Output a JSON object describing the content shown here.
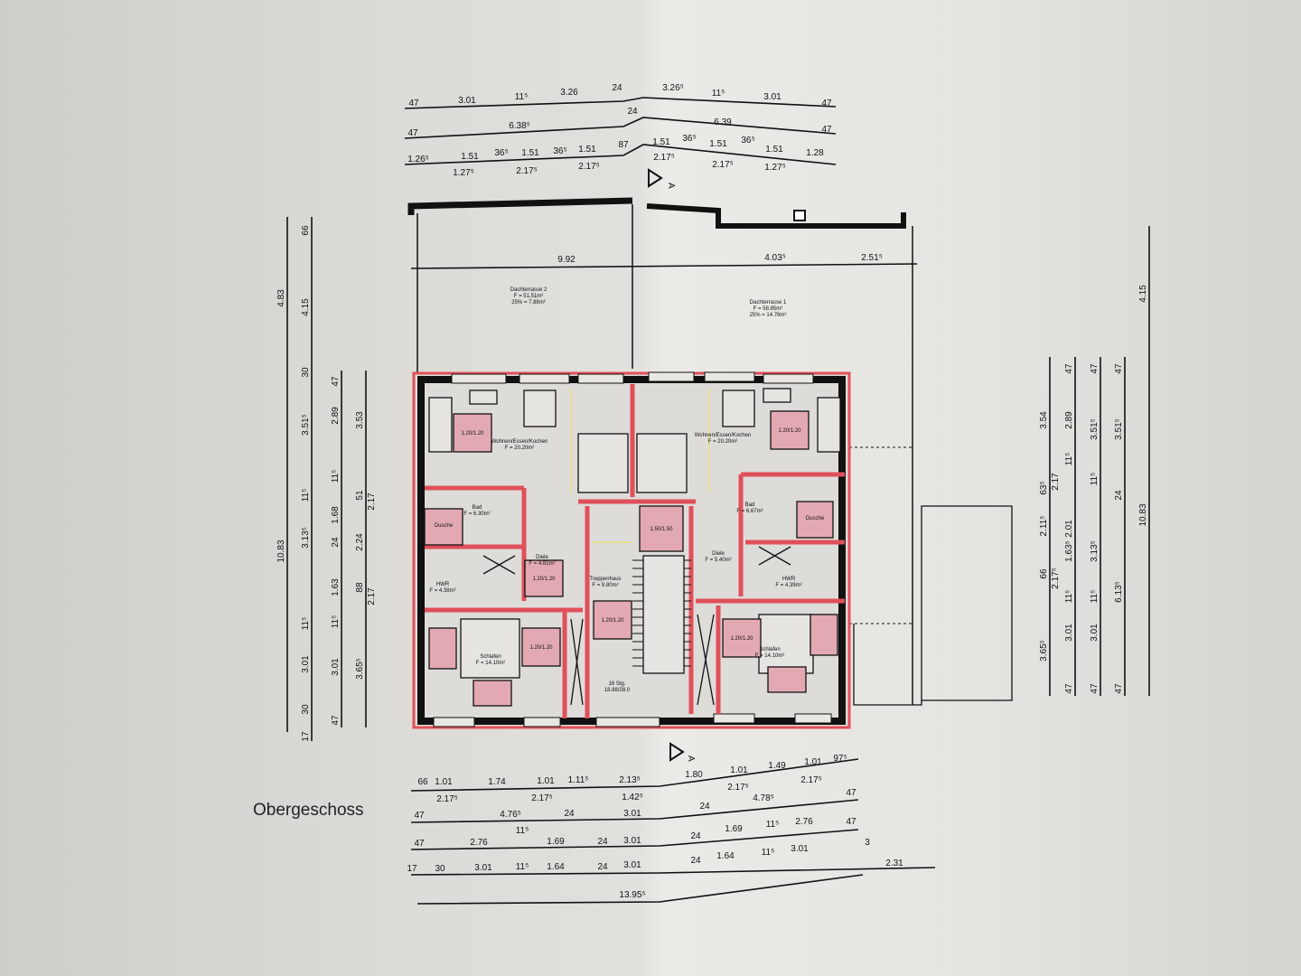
{
  "title": "Obergeschoss",
  "section_marker": "A",
  "colors": {
    "wall": "#111111",
    "outline": "#e0505a",
    "window_box": "#e3a9b3",
    "paper": "#e2e0dc",
    "guide": "#e8e070"
  },
  "dimensions": {
    "top_row1": [
      "47",
      "3.01",
      "11⁵",
      "3.26",
      "24",
      "3.26⁵",
      "11⁵",
      "3.01",
      "47"
    ],
    "top_row2": [
      "47",
      "6.38⁵",
      "24",
      "6.39",
      "47"
    ],
    "top_row3_upper": [
      "1.26⁵",
      "1.51",
      "36⁵",
      "1.51",
      "36⁵",
      "1.51",
      "87",
      "1.51",
      "36⁵",
      "1.51",
      "36⁵",
      "1.51",
      "1.28"
    ],
    "top_row3_lower": [
      "1.27⁵",
      "2.17⁵",
      "2.17⁵",
      "2.17⁵",
      "2.17⁵",
      "1.27⁵"
    ],
    "terrace": [
      "9.92",
      "4.03⁵",
      "2.51⁵"
    ],
    "left1": [
      "4.83",
      "10.83"
    ],
    "left2": [
      "66",
      "4.15",
      "30",
      "3.51⁵",
      "11⁵",
      "3.13⁵",
      "11⁵",
      "3.01",
      "30",
      "17"
    ],
    "left3": [
      "47",
      "2.89",
      "11⁵",
      "1.68",
      "24",
      "1.63",
      "11⁵",
      "3.01",
      "47"
    ],
    "left4": [
      "3.53",
      "51",
      "2.17",
      "2.24",
      "88",
      "2.17",
      "3.65⁵"
    ],
    "right1": [
      "3.54",
      "63⁵",
      "2.17",
      "2.11⁵",
      "66",
      "2.17⁵",
      "3.65⁵"
    ],
    "right2": [
      "47",
      "2.89",
      "11⁵",
      "2.01",
      "1.63⁵",
      "11⁵",
      "3.01",
      "47"
    ],
    "right3": [
      "47",
      "3.51⁵",
      "11⁵",
      "3.13⁵",
      "11⁵",
      "3.01",
      "47"
    ],
    "right4": [
      "47",
      "3.51⁵",
      "24",
      "6.13⁵",
      "47"
    ],
    "right5": [
      "4.15",
      "10.83"
    ],
    "bottom_row1_upper": [
      "66",
      "1.01",
      "1.74",
      "1.01",
      "1.11⁵",
      "2.13⁵",
      "1.80",
      "1.01",
      "1.49",
      "1.01",
      "97⁵"
    ],
    "bottom_row1_lower": [
      "2.17⁵",
      "2.17⁵",
      "1.42⁵",
      "2.17⁵",
      "2.17⁵"
    ],
    "bottom_row2": [
      "47",
      "4.76⁵",
      "24",
      "3.01",
      "24",
      "4.78⁵",
      "47"
    ],
    "bottom_row3": [
      "47",
      "2.76",
      "11⁵",
      "1.69",
      "24",
      "3.01",
      "24",
      "1.69",
      "11⁵",
      "2.76",
      "47",
      "3"
    ],
    "bottom_row4": [
      "17",
      "30",
      "3.01",
      "11⁵",
      "1.64",
      "24",
      "3.01",
      "24",
      "1.64",
      "11⁵",
      "3.01",
      "2.31"
    ],
    "bottom_row5": [
      "13.95⁵"
    ]
  },
  "rooms": [
    {
      "name": "Dachterrasse 2",
      "area": "F = 51.51m²",
      "share": "25% = 7.88m²"
    },
    {
      "name": "Dachterrasse 1",
      "area": "F = 58.85m²",
      "share": "25% = 14.76m²"
    },
    {
      "name": "Wohnen/Essen/Kochen",
      "area": "F = 20.20m²"
    },
    {
      "name": "Wohnen/Essen/Kochen",
      "area": "F = 20.20m²"
    },
    {
      "name": "Bad",
      "area": "F = 6.30m²"
    },
    {
      "name": "Bad",
      "area": "F = 6.67m²"
    },
    {
      "name": "Diele",
      "area": "F = 4.81m²"
    },
    {
      "name": "Diele",
      "area": "F = 5.40m²"
    },
    {
      "name": "HWR",
      "area": "F = 4.38m²"
    },
    {
      "name": "HWR",
      "area": "F = 4.39m²"
    },
    {
      "name": "Treppenhaus",
      "area": "F = 9.80m²"
    },
    {
      "name": "Schlafen",
      "area": "F = 14.10m²"
    },
    {
      "name": "Schlafen",
      "area": "F = 14.10m²"
    }
  ],
  "stair": {
    "steps": "16 Stg.",
    "ratio": "18.88/28.0"
  },
  "windows": [
    "1.20/1.20",
    "1.20/1.20",
    "1.20/1.20",
    "1.20/1.20",
    "1.50/1.50",
    "1.20/1.20",
    "1.20/1.20"
  ],
  "shower_label": "Dusche"
}
